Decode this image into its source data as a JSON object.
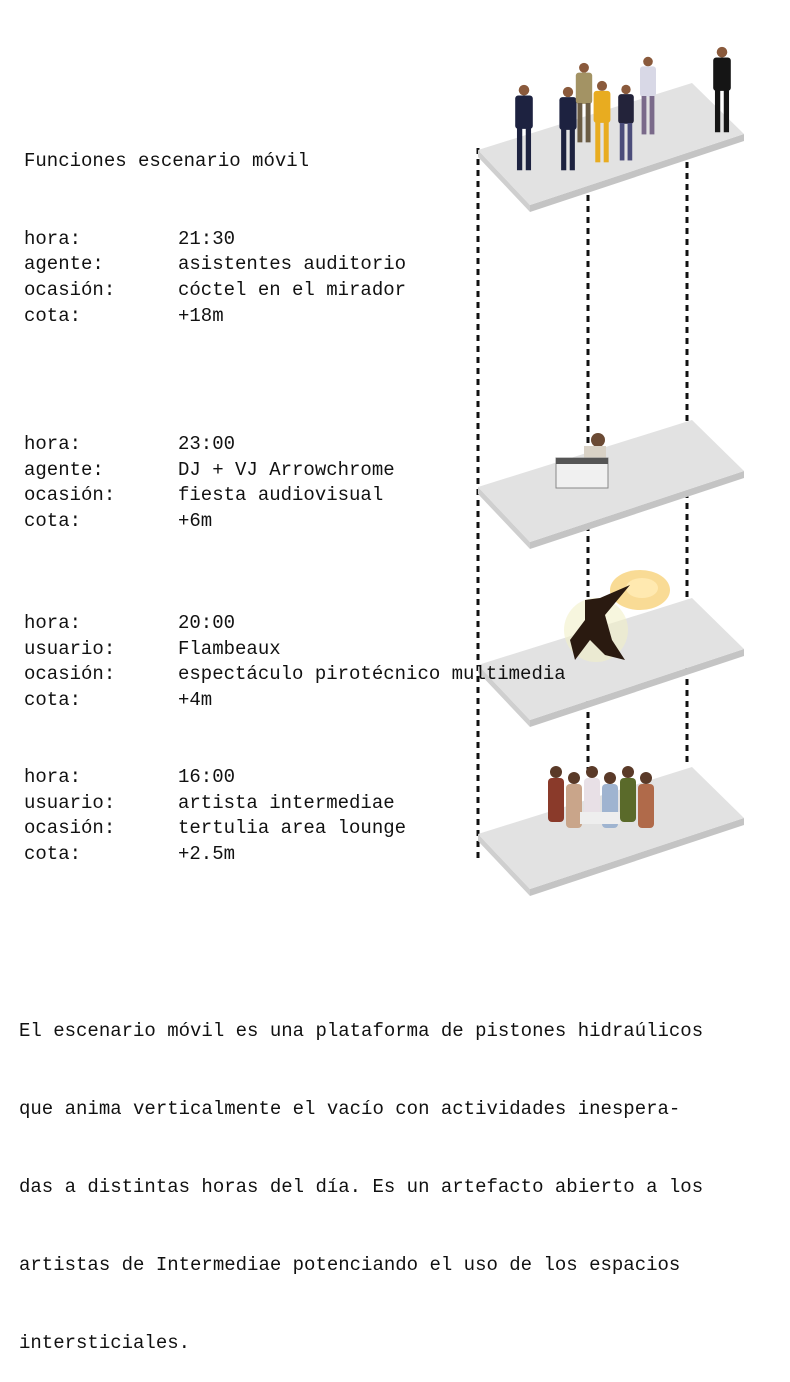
{
  "title": "Funciones escenario móvil",
  "sections": [
    {
      "rows": [
        {
          "label": "hora:",
          "value": "21:30"
        },
        {
          "label": "agente:",
          "value": "asistentes auditorio"
        },
        {
          "label": "ocasión:",
          "value": "cóctel en el mirador"
        },
        {
          "label": "cota:",
          "value": "+18m"
        }
      ]
    },
    {
      "rows": [
        {
          "label": "hora:",
          "value": "23:00"
        },
        {
          "label": "agente:",
          "value": "DJ + VJ Arrowchrome"
        },
        {
          "label": "ocasión:",
          "value": "fiesta audiovisual"
        },
        {
          "label": "cota:",
          "value": "+6m"
        }
      ]
    },
    {
      "rows": [
        {
          "label": "hora:",
          "value": "20:00"
        },
        {
          "label": "usuario:",
          "value": "Flambeaux"
        },
        {
          "label": "ocasión:",
          "value": "espectáculo pirotécnico multimedia"
        },
        {
          "label": "cota:",
          "value": "+4m"
        }
      ]
    },
    {
      "rows": [
        {
          "label": "hora:",
          "value": "16:00"
        },
        {
          "label": "usuario:",
          "value": "artista intermediae"
        },
        {
          "label": "ocasión:",
          "value": "tertulia area lounge"
        },
        {
          "label": "cota:",
          "value": "+2.5m"
        }
      ]
    }
  ],
  "paragraph": [
    "El escenario móvil es una plataforma de pistones hidraúlicos",
    "que anima verticalmente el vacío con actividades inespera-",
    "das a distintas horas del día. Es un artefacto abierto a los",
    "artistas de Intermediae potenciando el uso de los espacios",
    "intersticiales."
  ],
  "colors": {
    "platform_top": "#e2e2e2",
    "platform_side": "#c4c4c4",
    "text": "#111111"
  }
}
